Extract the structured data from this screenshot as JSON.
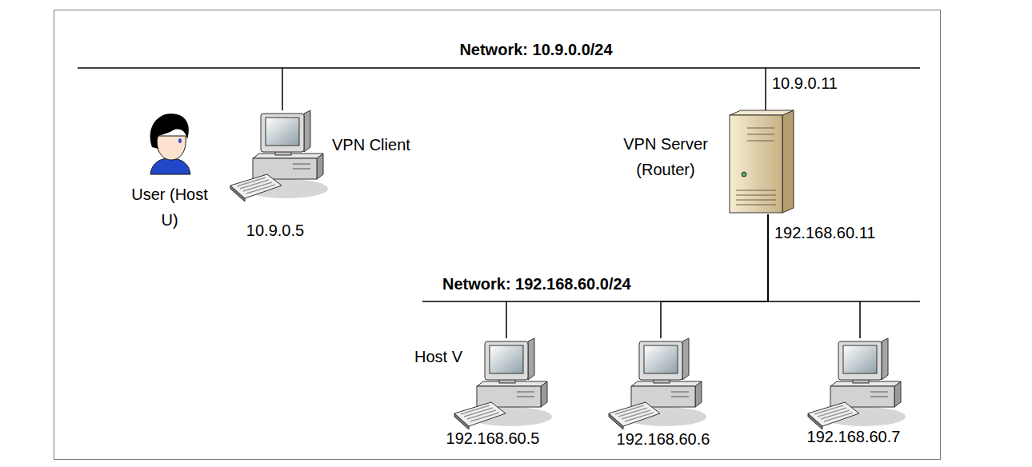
{
  "diagram": {
    "nodes": [
      {
        "text": [
          "User (Host U)"
        ]
      },
      {
        "text": [
          "VPN Client",
          "10.9.0.5"
        ]
      },
      {
        "text": [
          "VPN Server (Router)",
          "10.9.0.11",
          "192.168.60.11"
        ]
      },
      {
        "text": [
          "Host V",
          "192.168.60.5"
        ]
      },
      {
        "text": [
          "192.168.60.6"
        ]
      },
      {
        "text": [
          "192.168.60.7"
        ]
      }
    ],
    "edges": [
      {
        "from": 1,
        "to": 2,
        "arrow": "none"
      },
      {
        "from": 2,
        "to": 3,
        "arrow": "none"
      },
      {
        "from": 2,
        "to": 4,
        "arrow": "none"
      },
      {
        "from": 2,
        "to": 5,
        "arrow": "none"
      }
    ],
    "labels": [
      "Network: 10.9.0.0/24",
      "Network: 192.168.60.0/24"
    ]
  }
}
